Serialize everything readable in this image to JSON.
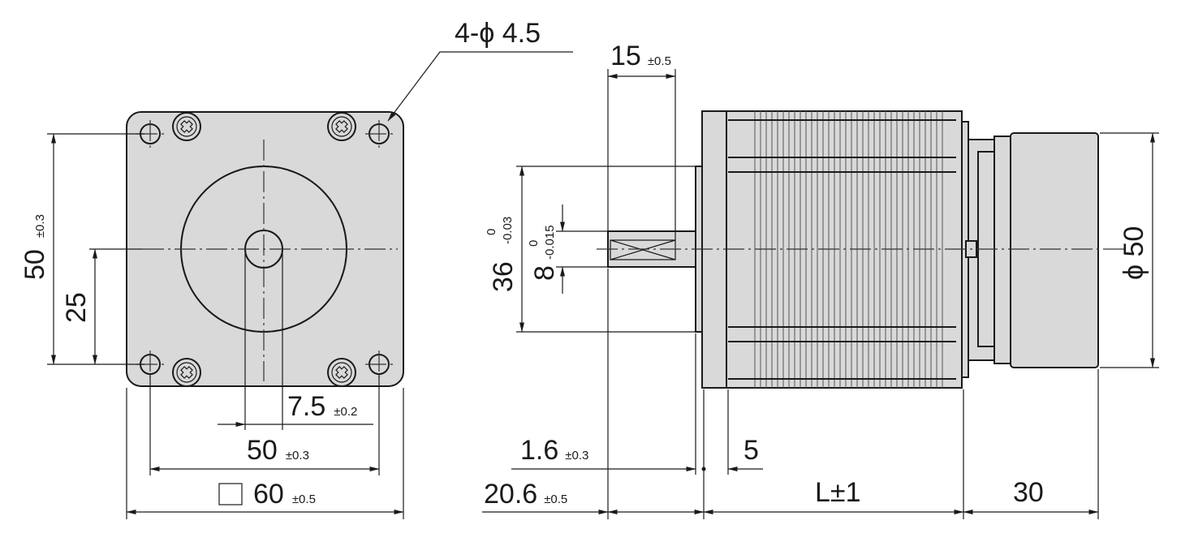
{
  "front_view": {
    "hole_callout": "4-ϕ 4.5",
    "height_value": "50",
    "height_tol": "±0.3",
    "center_height_value": "25",
    "shaft_offset_value": "7.5",
    "shaft_offset_tol": "±0.2",
    "hole_pitch_value": "50",
    "hole_pitch_tol": "±0.3",
    "square_symbol": "□",
    "flange_value": "60",
    "flange_tol": "±0.5"
  },
  "side_view": {
    "flat_length_value": "15",
    "flat_length_tol": "±0.5",
    "pilot_dia_value": "36",
    "pilot_dia_upper": "0",
    "pilot_dia_lower": "-0.03",
    "shaft_dia_value": "8",
    "shaft_dia_upper": "0",
    "shaft_dia_lower": "-0.015",
    "body_dia_value": "ϕ 50",
    "pilot_thk_value": "1.6",
    "pilot_thk_tol": "±0.3",
    "flange_thk_value": "5",
    "shaft_length_value": "20.6",
    "shaft_length_tol": "±0.5",
    "body_length_value": "L±1",
    "rear_length_value": "30"
  }
}
